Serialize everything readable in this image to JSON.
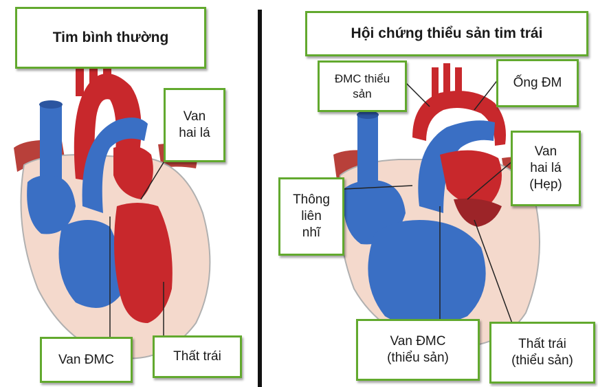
{
  "left_panel": {
    "title": "Tim bình thường",
    "labels": {
      "mitral_valve": "Van\nhai lá",
      "aortic_valve": "Van ĐMC",
      "left_ventricle": "Thất trái"
    }
  },
  "right_panel": {
    "title": "Hội chứng thiểu sản tim trái",
    "labels": {
      "hypoplastic_aorta": "ĐMC thiểu\nsản",
      "ductus": "Ống ĐM",
      "mitral_valve_narrow": "Van\nhai lá\n(Hẹp)",
      "atrial_septal_defect": "Thông\nliên\nnhĩ",
      "aortic_valve_hypoplastic": "Van ĐMC\n(thiểu sản)",
      "left_ventricle_hypoplastic": "Thất trái\n(thiểu sản)"
    }
  },
  "colors": {
    "label_border": "#62a92e",
    "oxygenated": "#c8282c",
    "deoxygenated": "#3a6fc4",
    "muscle": "#f4d9cc",
    "outline": "#b0b0b0"
  }
}
